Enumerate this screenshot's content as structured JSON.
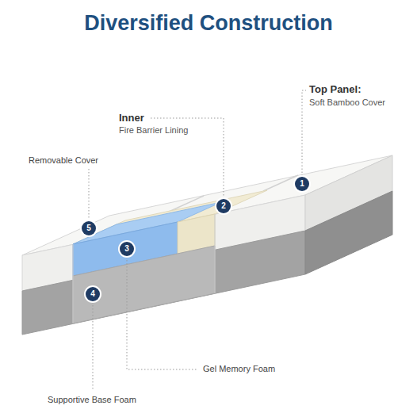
{
  "diagram": {
    "title": "Diversified Construction",
    "nodes": [
      {
        "text": [
          "1"
        ]
      },
      {
        "text": [
          "2"
        ]
      },
      {
        "text": [
          "3"
        ]
      },
      {
        "text": [
          "4"
        ]
      },
      {
        "text": [
          "5"
        ]
      }
    ],
    "labels": [
      "Top Panel:",
      "Soft Bamboo Cover",
      "Inner",
      "Fire Barrier Lining",
      "Removable Cover",
      "Gel Memory Foam",
      "Supportive Base Foam"
    ]
  }
}
